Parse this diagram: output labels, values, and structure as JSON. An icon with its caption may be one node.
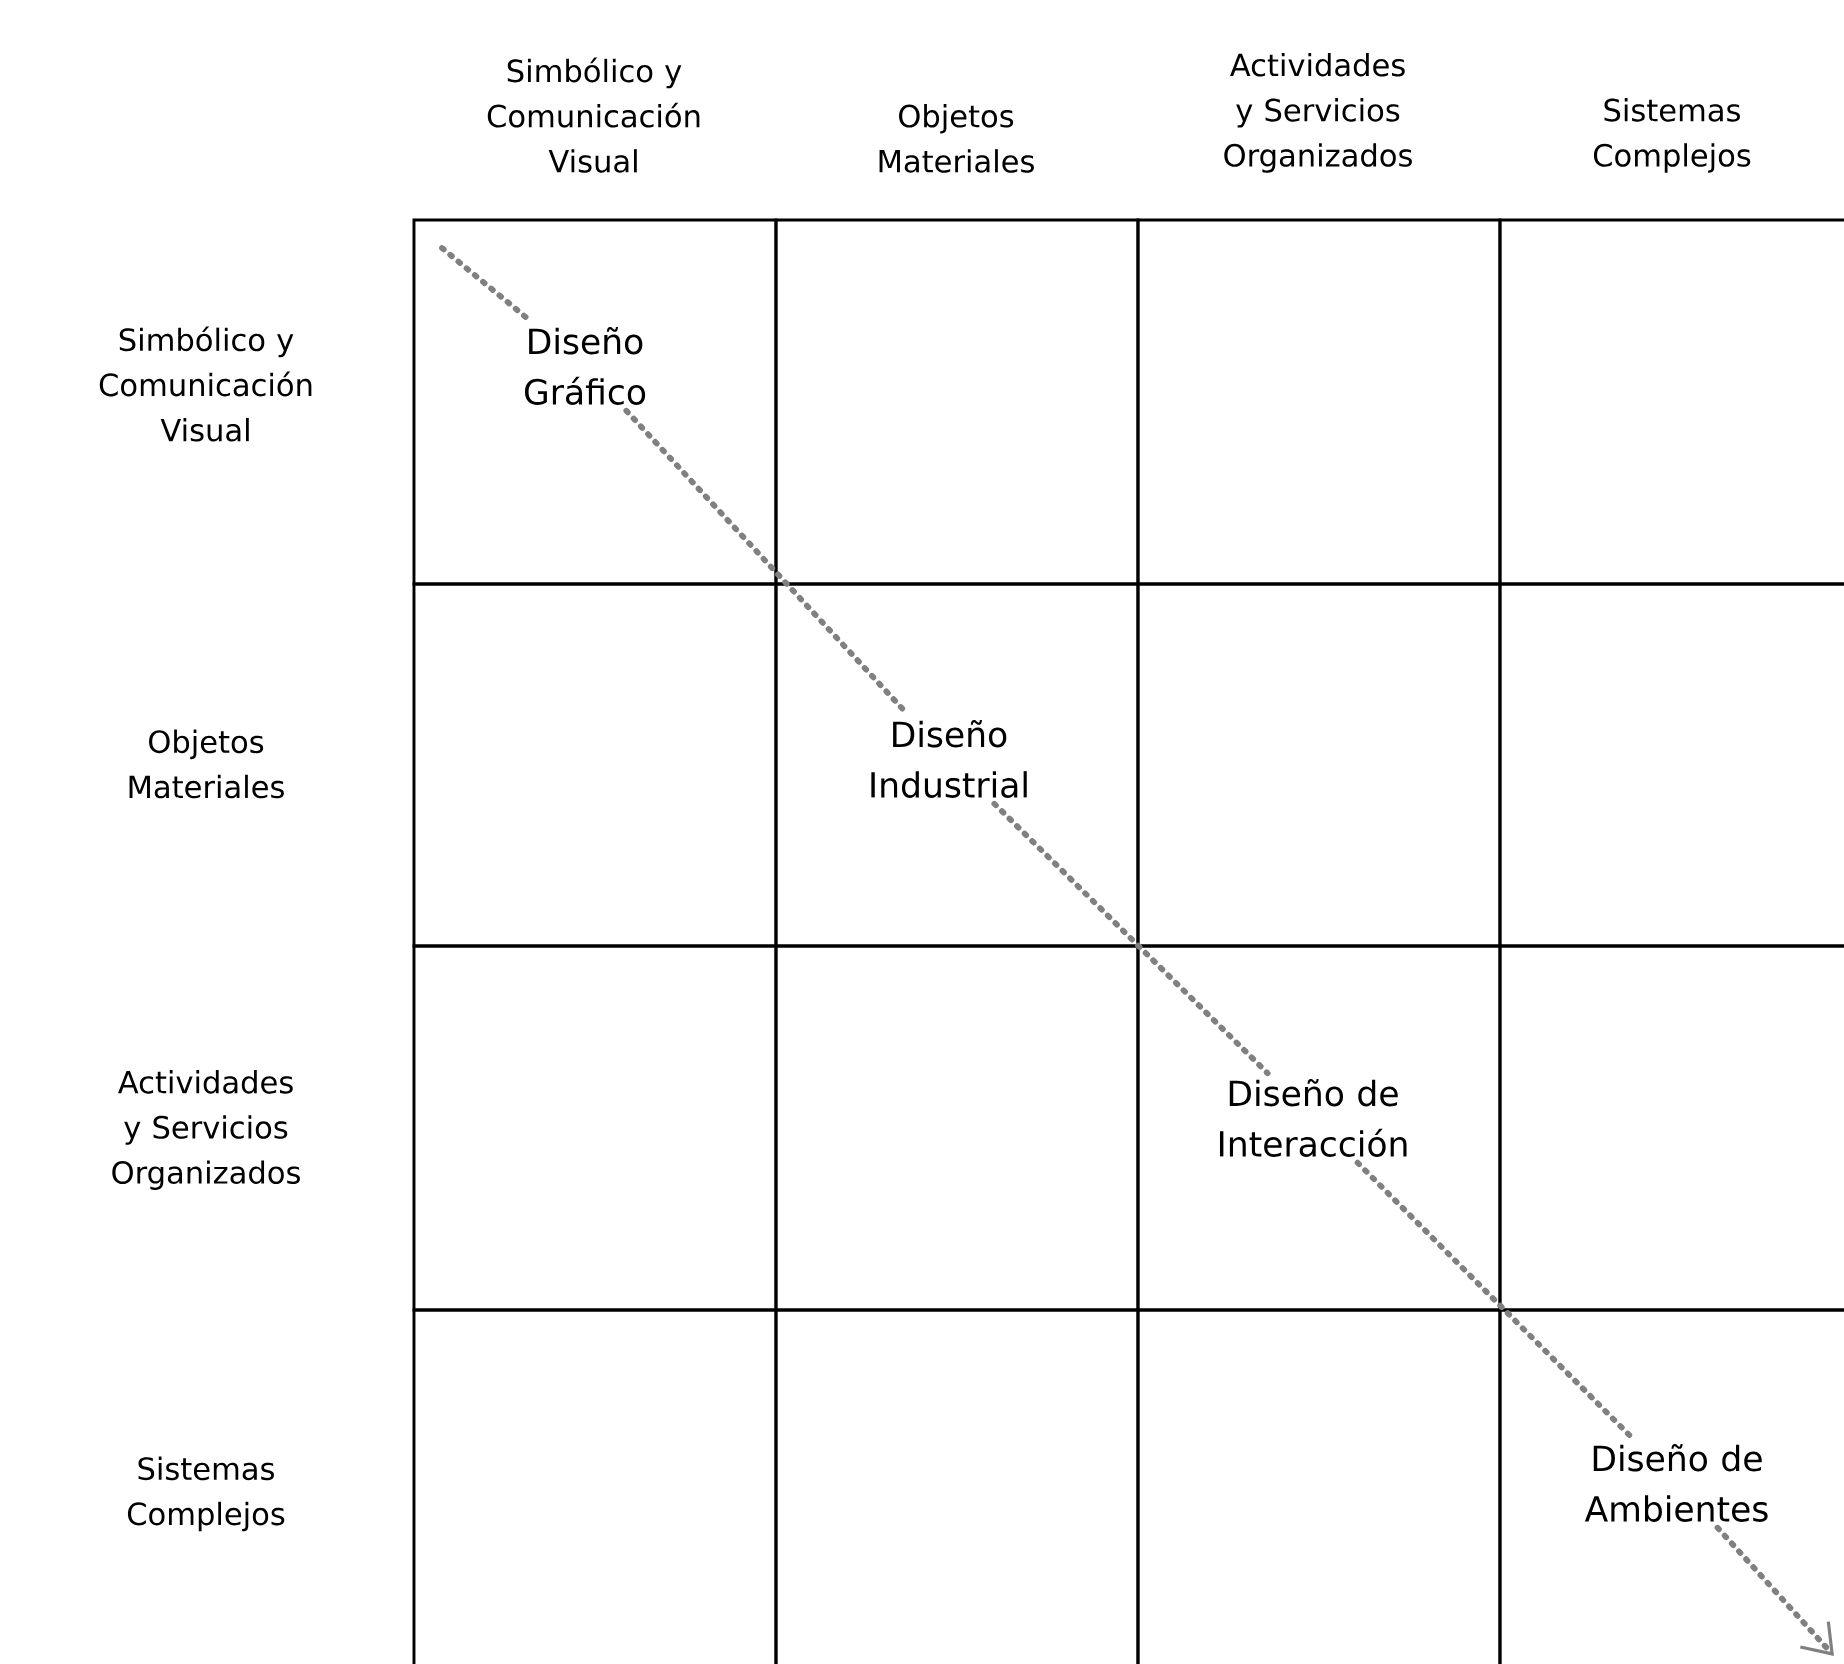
{
  "diagram": {
    "nodes": [
      {
        "text": [],
        "shape": "box"
      },
      {
        "text": [
          "Diseño Gráfico"
        ],
        "in": 0
      },
      {
        "text": [],
        "shape": "box"
      },
      {
        "text": [],
        "shape": "box"
      },
      {
        "text": [],
        "shape": "box"
      },
      {
        "text": [],
        "shape": "box"
      },
      {
        "text": [],
        "shape": "box"
      },
      {
        "text": [
          "Diseño Industrial"
        ],
        "in": 6
      },
      {
        "text": [],
        "shape": "box"
      },
      {
        "text": [],
        "shape": "box"
      },
      {
        "text": [],
        "shape": "box"
      },
      {
        "text": [],
        "shape": "box"
      },
      {
        "text": [],
        "shape": "box"
      },
      {
        "text": [
          "Diseño de Interacción"
        ],
        "in": 12
      },
      {
        "text": [],
        "shape": "box"
      },
      {
        "text": [],
        "shape": "box"
      },
      {
        "text": [],
        "shape": "box"
      },
      {
        "text": [],
        "shape": "box"
      },
      {
        "text": [],
        "shape": "box"
      },
      {
        "text": [
          "Diseño de Ambientes"
        ],
        "in": 18
      }
    ],
    "edges": [
      {
        "from": null,
        "to": 1,
        "arrow": "none",
        "style": "dashed"
      },
      {
        "from": 1,
        "to": 7,
        "arrow": "none",
        "style": "dashed"
      },
      {
        "from": 7,
        "to": 13,
        "arrow": "none",
        "style": "dashed"
      },
      {
        "from": 13,
        "to": 19,
        "arrow": "none",
        "style": "dashed"
      },
      {
        "from": 19,
        "to": null,
        "arrow": "to",
        "style": "dashed"
      }
    ],
    "labels": [
      "Simbólico y Comunicación Visual",
      "Objetos Materiales",
      "Actividades y Servicios Organizados",
      "Sistemas Complejos",
      "Simbólico y Comunicación Visual",
      "Objetos Materiales",
      "Actividades y Servicios Organizados",
      "Sistemas Complejos"
    ]
  }
}
